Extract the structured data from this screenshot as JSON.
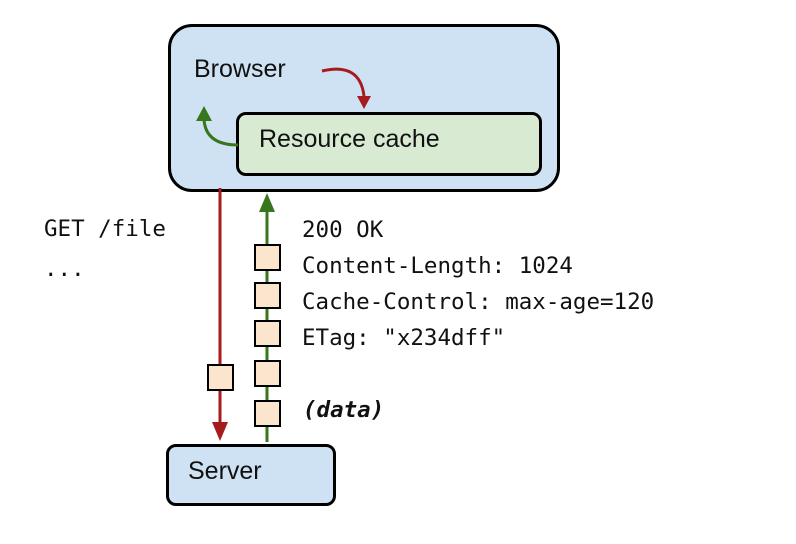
{
  "browser": {
    "label": "Browser"
  },
  "cache": {
    "label": "Resource cache"
  },
  "server": {
    "label": "Server"
  },
  "request": {
    "line1": "GET /file",
    "line2": "..."
  },
  "response": {
    "status": "200 OK",
    "header1": "Content-Length: 1024",
    "header2": "Cache-Control: max-age=120",
    "header3": "ETag: \"x234dff\"",
    "data": "(data)"
  },
  "colors": {
    "browser_fill": "#cfe2f3",
    "cache_fill": "#d9ead3",
    "server_fill": "#cfe2f3",
    "packet_fill": "#fce5cd",
    "request_arrow": "#a61c1c",
    "response_arrow": "#38761d"
  }
}
